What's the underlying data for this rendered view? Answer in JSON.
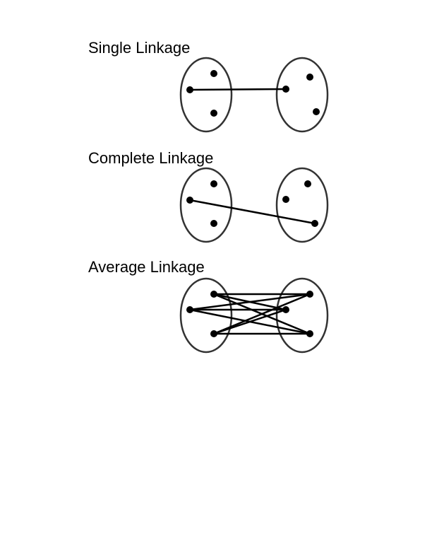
{
  "titles": {
    "single": "Single Linkage",
    "complete": "Complete Linkage",
    "average": "Average Linkage"
  },
  "colors": {
    "points": "#000000",
    "links": "#000000",
    "clusters": "#333333"
  },
  "diagrams": [
    {
      "id": "single",
      "linkage": "single",
      "links": [
        [
          1,
          0
        ]
      ]
    },
    {
      "id": "complete",
      "linkage": "complete",
      "links": [
        [
          1,
          2
        ]
      ]
    },
    {
      "id": "average",
      "linkage": "average",
      "links": [
        [
          0,
          0
        ],
        [
          0,
          1
        ],
        [
          0,
          2
        ],
        [
          1,
          0
        ],
        [
          1,
          1
        ],
        [
          1,
          2
        ],
        [
          2,
          0
        ],
        [
          2,
          1
        ],
        [
          2,
          2
        ]
      ]
    }
  ]
}
